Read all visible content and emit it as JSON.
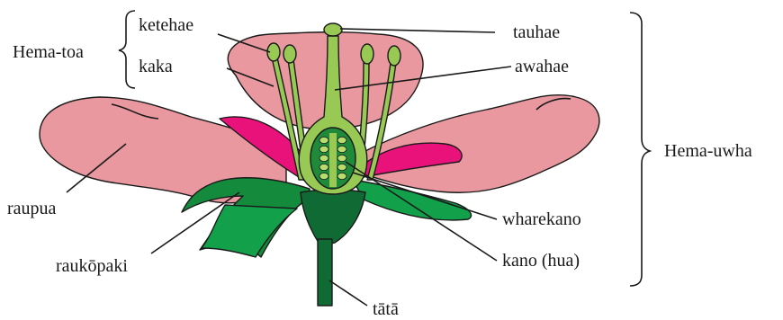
{
  "labels": {
    "ketehae": "ketehae",
    "kaka": "kaka",
    "hema_toa": "Hema-toa",
    "tauhae": "tauhae",
    "awahae": "awahae",
    "hema_uwha": "Hema-uwha",
    "raupua": "raupua",
    "raukopaki": "raukōpaki",
    "wharekano": "wharekano",
    "kano_hua": "kano (hua)",
    "tata": "tātā"
  },
  "colors": {
    "petal_pink": "#e8989e",
    "magenta": "#e8127a",
    "light_green": "#98c955",
    "dark_green": "#138a3c",
    "sepal_green": "#13a04b",
    "stem_green": "#0f6b33",
    "ovary_green": "#1e8a3a",
    "ovule_green": "#b8dd6e",
    "line": "#1a1a1a"
  }
}
